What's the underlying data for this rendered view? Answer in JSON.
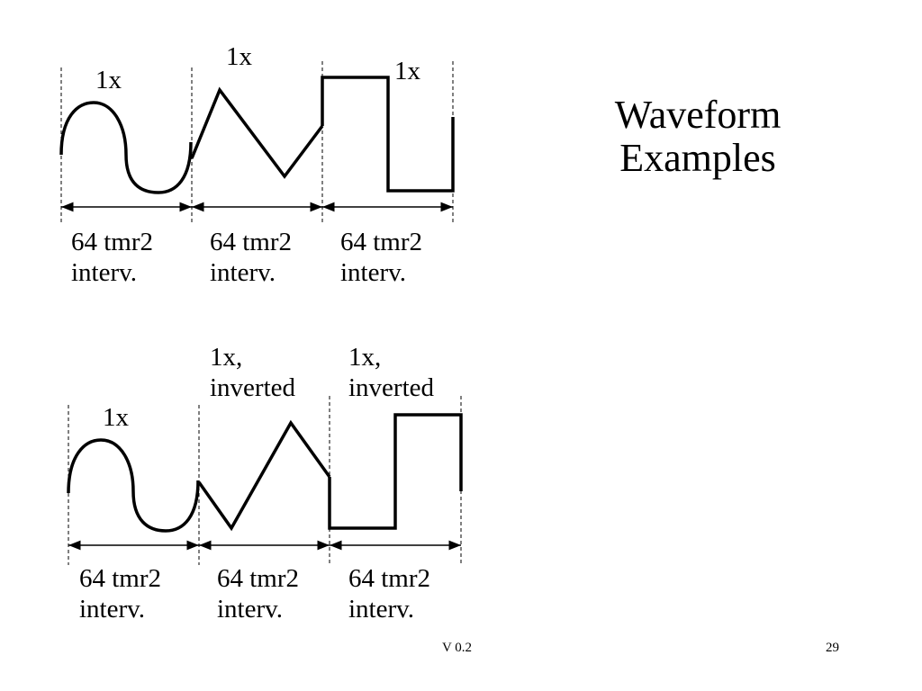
{
  "title": {
    "line1": "Waveform",
    "line2": "Examples"
  },
  "top": {
    "amp_sine": "1x",
    "amp_triangle": "1x",
    "amp_square": "1x",
    "intervals": [
      {
        "line1": "64 tmr2",
        "line2": "interv."
      },
      {
        "line1": "64 tmr2",
        "line2": "interv."
      },
      {
        "line1": "64 tmr2",
        "line2": "interv."
      }
    ]
  },
  "bottom": {
    "amp_sine": "1x",
    "amp_triangle": {
      "line1": "1x,",
      "line2": "inverted"
    },
    "amp_square": {
      "line1": "1x,",
      "line2": "inverted"
    },
    "intervals": [
      {
        "line1": "64 tmr2",
        "line2": "interv."
      },
      {
        "line1": "64 tmr2",
        "line2": "interv."
      },
      {
        "line1": "64 tmr2",
        "line2": "interv."
      }
    ]
  },
  "footer": {
    "version": "V 0.2",
    "page_number": "29"
  }
}
